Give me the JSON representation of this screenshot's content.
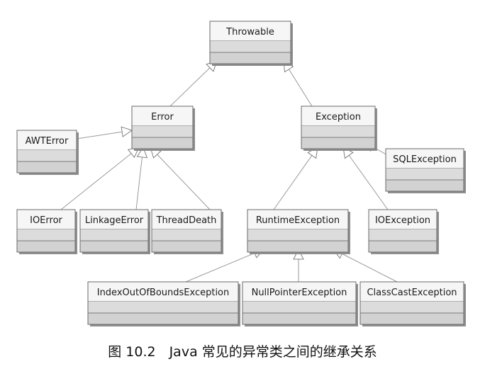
{
  "diagram": {
    "classes": [
      {
        "id": "throwable",
        "name": "Throwable"
      },
      {
        "id": "error",
        "name": "Error"
      },
      {
        "id": "exception",
        "name": "Exception"
      },
      {
        "id": "awterror",
        "name": "AWTError"
      },
      {
        "id": "sqlexception",
        "name": "SQLException"
      },
      {
        "id": "ioerror",
        "name": "IOError"
      },
      {
        "id": "linkageerror",
        "name": "LinkageError"
      },
      {
        "id": "threaddeath",
        "name": "ThreadDeath"
      },
      {
        "id": "runtimeexception",
        "name": "RuntimeException"
      },
      {
        "id": "ioexception",
        "name": "IOException"
      },
      {
        "id": "indexoutofboundsexception",
        "name": "IndexOutOfBoundsException"
      },
      {
        "id": "nullpointerexception",
        "name": "NullPointerException"
      },
      {
        "id": "classcastexception",
        "name": "ClassCastException"
      }
    ],
    "inheritance": [
      {
        "child": "error",
        "parent": "throwable"
      },
      {
        "child": "exception",
        "parent": "throwable"
      },
      {
        "child": "awterror",
        "parent": "error"
      },
      {
        "child": "ioerror",
        "parent": "error"
      },
      {
        "child": "linkageerror",
        "parent": "error"
      },
      {
        "child": "threaddeath",
        "parent": "error"
      },
      {
        "child": "runtimeexception",
        "parent": "exception"
      },
      {
        "child": "ioexception",
        "parent": "exception"
      },
      {
        "child": "sqlexception",
        "parent": "exception"
      },
      {
        "child": "indexoutofboundsexception",
        "parent": "runtimeexception"
      },
      {
        "child": "nullpointerexception",
        "parent": "runtimeexception"
      },
      {
        "child": "classcastexception",
        "parent": "runtimeexception"
      }
    ],
    "caption": "图 10.2　Java 常见的异常类之间的继承关系"
  }
}
